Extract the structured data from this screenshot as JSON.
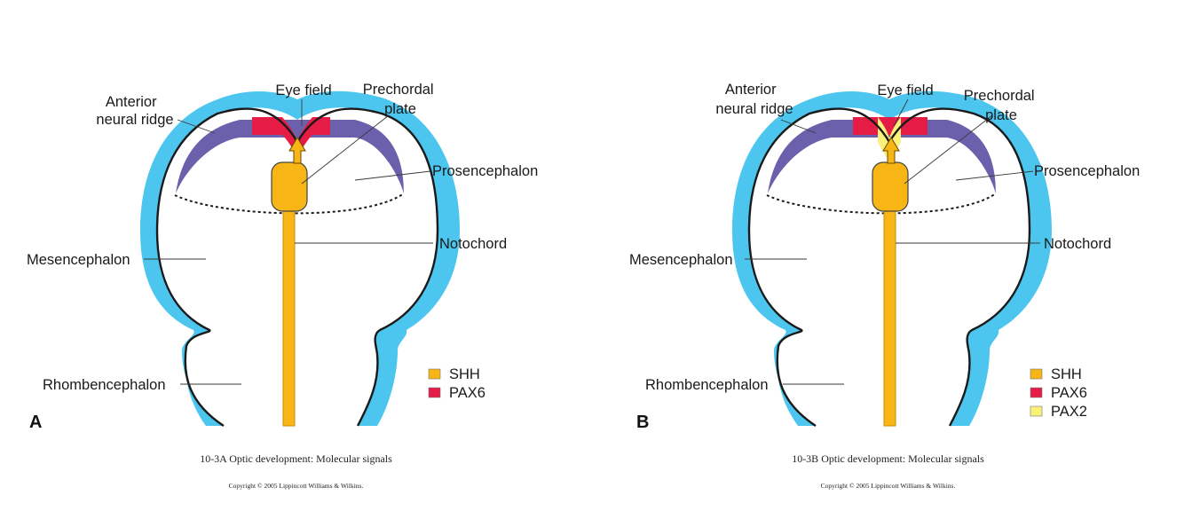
{
  "colors": {
    "ectoderm": "#4cc6ef",
    "neural_ridge": "#6b60ac",
    "shh": "#f7b516",
    "pax6": "#e51c45",
    "pax2": "#faf07a",
    "outline": "#1a1a1a"
  },
  "figures": [
    {
      "letter": "A",
      "labels": {
        "anterior_neural_ridge": [
          "Anterior",
          "neural ridge"
        ],
        "eye_field": "Eye field",
        "prechordal_plate": [
          "Prechordal",
          "plate"
        ],
        "prosencephalon": "Prosencephalon",
        "notochord": "Notochord",
        "mesencephalon": "Mesencephalon",
        "rhombencephalon": "Rhombencephalon"
      },
      "legend": [
        {
          "label": "SHH",
          "color": "#f7b516"
        },
        {
          "label": "PAX6",
          "color": "#e51c45"
        }
      ],
      "caption": "10-3A  Optic development: Molecular signals",
      "copyright": "Copyright © 2005 Lippincott Williams & Wilkins."
    },
    {
      "letter": "B",
      "labels": {
        "anterior_neural_ridge": [
          "Anterior",
          "neural ridge"
        ],
        "eye_field": "Eye field",
        "prechordal_plate": [
          "Prechordal",
          "plate"
        ],
        "prosencephalon": "Prosencephalon",
        "notochord": "Notochord",
        "mesencephalon": "Mesencephalon",
        "rhombencephalon": "Rhombencephalon"
      },
      "legend": [
        {
          "label": "SHH",
          "color": "#f7b516"
        },
        {
          "label": "PAX6",
          "color": "#e51c45"
        },
        {
          "label": "PAX2",
          "color": "#faf07a"
        }
      ],
      "caption": "10-3B  Optic development: Molecular signals",
      "copyright": "Copyright © 2005 Lippincott Williams & Wilkins."
    }
  ]
}
